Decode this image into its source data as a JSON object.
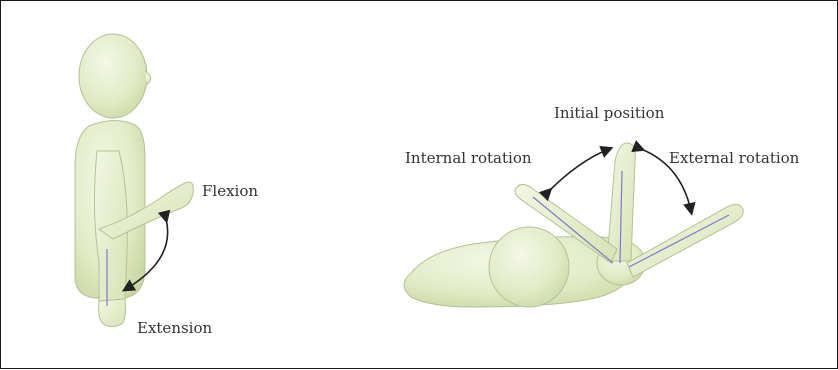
{
  "labels": {
    "flexion": "Flexion",
    "extension": "Extension",
    "initial_position": "Initial position",
    "internal_rotation": "Internal rotation",
    "external_rotation": "External rotation"
  },
  "colors": {
    "body_fill": "#dfe8c3",
    "body_stroke": "#a9b98a",
    "guide_line": "#7a7ad0",
    "arrow": "#222222",
    "border": "#1a1a1a"
  }
}
